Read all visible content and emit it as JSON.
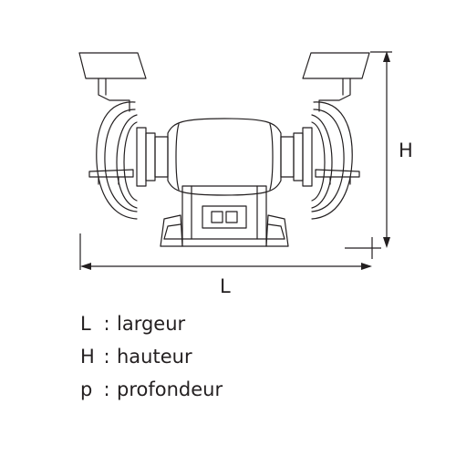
{
  "diagram": {
    "subject": "bench-grinder",
    "dimensions": {
      "height_label": "H",
      "width_label": "L"
    }
  },
  "legend": [
    {
      "symbol": "L",
      "separator": ":",
      "text": "largeur"
    },
    {
      "symbol": "H",
      "separator": ":",
      "text": "hauteur"
    },
    {
      "symbol": "p",
      "separator": ":",
      "text": "profondeur"
    }
  ]
}
